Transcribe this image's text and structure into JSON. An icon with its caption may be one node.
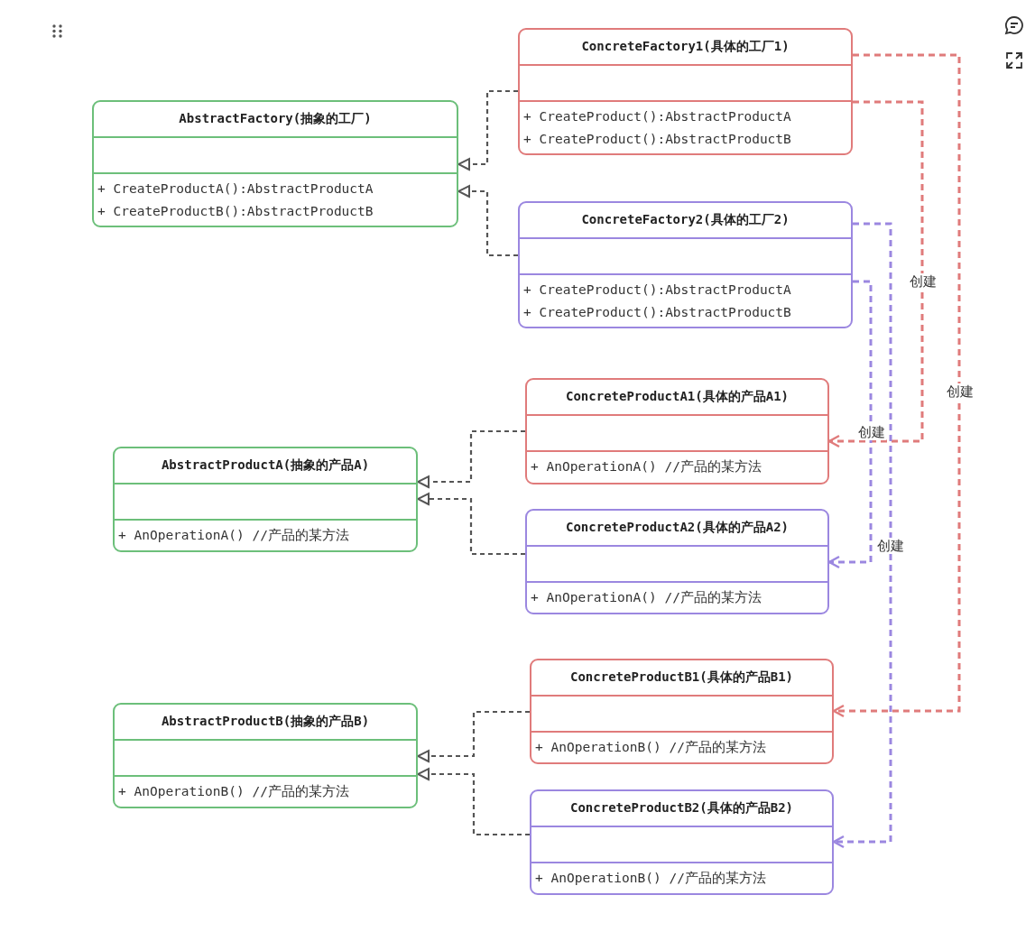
{
  "diagram": {
    "nodes": [
      {
        "text": [
          "AbstractFactory(抽象的工厂)",
          "+ CreateProductA():AbstractProductA",
          "+ CreateProductB():AbstractProductB"
        ]
      },
      {
        "text": [
          "ConcreteFactory1(具体的工厂1)",
          "+ CreateProduct():AbstractProductA",
          "+ CreateProduct():AbstractProductB"
        ]
      },
      {
        "text": [
          "ConcreteFactory2(具体的工厂2)",
          "+ CreateProduct():AbstractProductA",
          "+ CreateProduct():AbstractProductB"
        ]
      },
      {
        "text": [
          "ConcreteProductA1(具体的产品A1)",
          "+ AnOperationA() //产品的某方法"
        ]
      },
      {
        "text": [
          "AbstractProductA(抽象的产品A)",
          "+ AnOperationA() //产品的某方法"
        ]
      },
      {
        "text": [
          "ConcreteProductA2(具体的产品A2)",
          "+ AnOperationA() //产品的某方法"
        ]
      },
      {
        "text": [
          "ConcreteProductB1(具体的产品B1)",
          "+ AnOperationB() //产品的某方法"
        ]
      },
      {
        "text": [
          "AbstractProductB(抽象的产品B)",
          "+ AnOperationB() //产品的某方法"
        ]
      },
      {
        "text": [
          "ConcreteProductB2(具体的产品B2)",
          "+ AnOperationB() //产品的某方法"
        ]
      }
    ],
    "edges": [
      {
        "from": 1,
        "to": 0,
        "arrow": "to",
        "style": "dashed"
      },
      {
        "from": 2,
        "to": 0,
        "arrow": "to",
        "style": "dashed"
      },
      {
        "from": 3,
        "to": 4,
        "arrow": "to",
        "style": "dashed"
      },
      {
        "from": 5,
        "to": 4,
        "arrow": "to",
        "style": "dashed"
      },
      {
        "from": 6,
        "to": 7,
        "arrow": "to",
        "style": "dashed"
      },
      {
        "from": 8,
        "to": 7,
        "arrow": "to",
        "style": "dashed"
      },
      {
        "from": 1,
        "to": 3,
        "arrow": "to",
        "style": "dashed",
        "color": "#e07b7b",
        "label": "创建"
      },
      {
        "from": 1,
        "to": 6,
        "arrow": "to",
        "style": "dashed",
        "color": "#e07b7b",
        "label": "创建"
      },
      {
        "from": 2,
        "to": 5,
        "arrow": "to",
        "style": "dashed",
        "color": "#9b87e0",
        "label": "创建"
      },
      {
        "from": 2,
        "to": 8,
        "arrow": "to",
        "style": "dashed",
        "color": "#9b87e0",
        "label": "创建"
      }
    ]
  }
}
